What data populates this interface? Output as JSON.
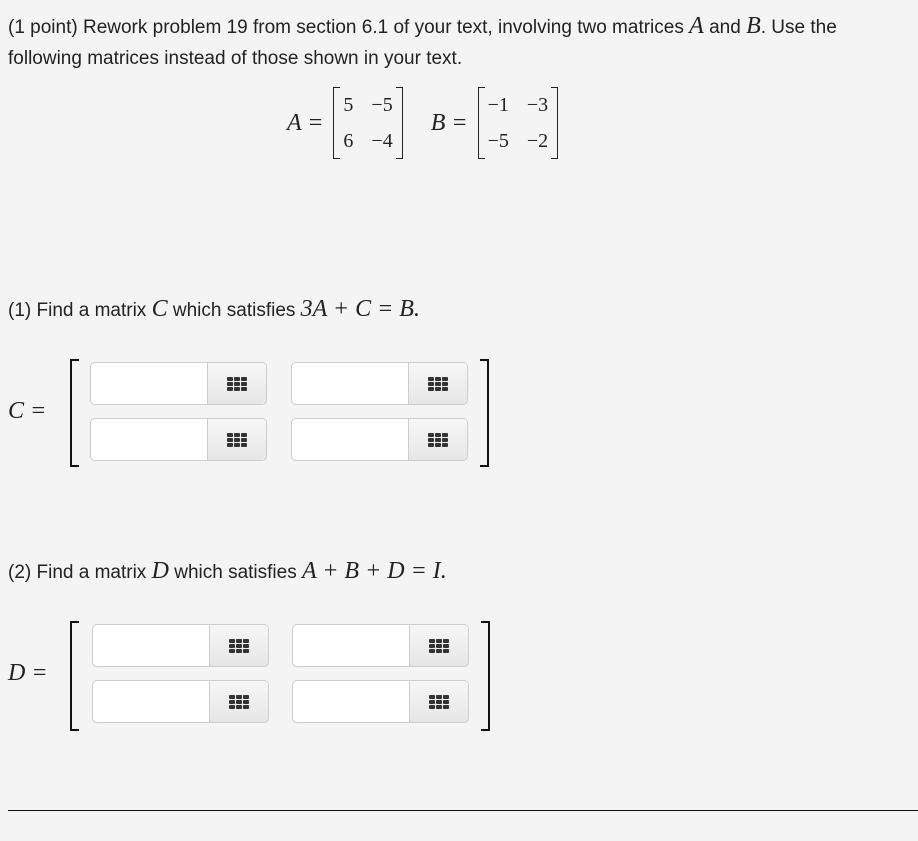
{
  "problem": {
    "points": "(1 point)",
    "intro_part1": "Rework problem 19 from section 6.1 of your text, involving two matrices",
    "var_a": "A",
    "and": "and",
    "var_b": "B",
    "intro_part2": ". Use the following matrices instead of those shown in your text."
  },
  "given": {
    "A": {
      "label": "A =",
      "values": [
        "5",
        "−5",
        "6",
        "−4"
      ]
    },
    "B": {
      "label": "B =",
      "values": [
        "−1",
        "−3",
        "−5",
        "−2"
      ]
    }
  },
  "part1": {
    "prefix": "(1) Find a matrix",
    "var": "C",
    "middle": "which satisfies",
    "equation": "3A + C = B.",
    "matrix_label": "C =",
    "cells": [
      "",
      "",
      "",
      ""
    ]
  },
  "part2": {
    "prefix": "(2) Find a matrix",
    "var": "D",
    "middle": "which satisfies",
    "equation": "A + B + D = I.",
    "matrix_label": "D =",
    "cells": [
      "",
      "",
      "",
      ""
    ]
  },
  "icons": {
    "cell_button": "grid-keypad-icon"
  }
}
